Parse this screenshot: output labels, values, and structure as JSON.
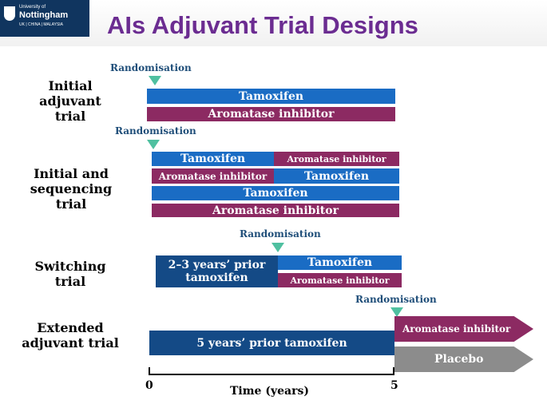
{
  "header": {
    "title": "AIs Adjuvant Trial Designs",
    "logo": {
      "line1": "University of",
      "line2": "Nottingham",
      "line3": "UK | CHINA | MALAYSIA"
    }
  },
  "rows": {
    "initial": {
      "label": "Initial adjuvant trial",
      "randomisation": "Randomisation",
      "bars": [
        "Tamoxifen",
        "Aromatase inhibitor"
      ]
    },
    "sequencing": {
      "label": "Initial and sequencing trial",
      "randomisation": "Randomisation",
      "bars": [
        "Tamoxifen",
        "Aromatase inhibitor",
        "Aromatase inhibitor",
        "Tamoxifen",
        "Tamoxifen",
        "Aromatase inhibitor"
      ]
    },
    "switching": {
      "label": "Switching trial",
      "randomisation": "Randomisation",
      "prior": "2–3 years’ prior tamoxifen",
      "bars": [
        "Tamoxifen",
        "Aromatase inhibitor"
      ]
    },
    "extended": {
      "label": "Extended adjuvant trial",
      "randomisation": "Randomisation",
      "prior": "5 years’ prior tamoxifen",
      "bars": [
        "Aromatase inhibitor",
        "Placebo"
      ]
    }
  },
  "axis": {
    "start": "0",
    "end": "5",
    "label": "Time (years)"
  },
  "colors": {
    "tamoxifen": "#1a6cc4",
    "aromatase_inhibitor": "#8c2a62",
    "prior_tamoxifen": "#144a86",
    "placebo": "#8c8c8c",
    "title": "#6b2c91",
    "randomisation_arrow": "#4fc0a0"
  }
}
